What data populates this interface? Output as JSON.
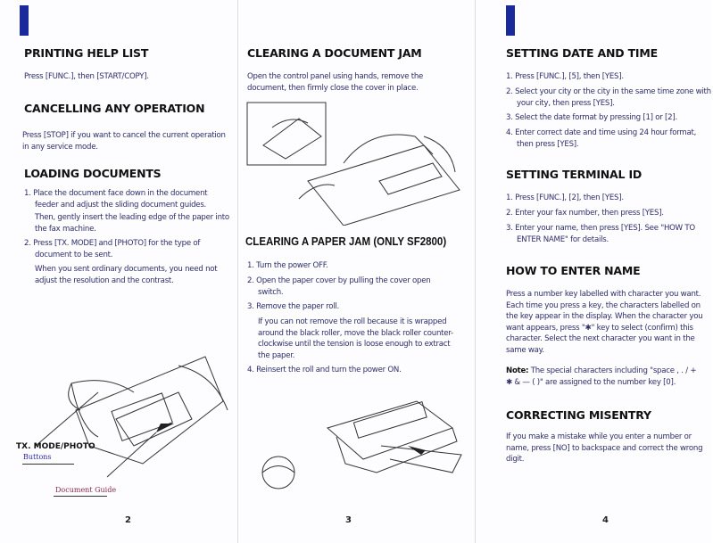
{
  "page2": {
    "printing": {
      "title": "PRINTING HELP LIST",
      "text": "Press [FUNC.], then [START/COPY]."
    },
    "cancel": {
      "title": "CANCELLING ANY OPERATION",
      "text": "Press [STOP] if you want to cancel the current operation in any service mode."
    },
    "loading": {
      "title": "LOADING DOCUMENTS",
      "step1": "1. Place the document face down in the document feeder and adjust the sliding document guides.",
      "step1b": "Then, gently insert the leading edge of the paper into the fax machine.",
      "step2": "2. Press [TX. MODE] and [PHOTO] for the type of document to be sent.",
      "step2b": "When you sent ordinary documents, you need not adjust the resolution and the contrast."
    },
    "caption1": "TX. MODE/PHOTO",
    "caption1b": "Buttons",
    "caption2": "Document Guide",
    "page_number": "2"
  },
  "page3": {
    "docjam": {
      "title": "CLEARING A DOCUMENT JAM",
      "text": "Open the control panel using hands, remove the document, then firmly close the cover in place."
    },
    "paperjam": {
      "title": "CLEARING A PAPER JAM (ONLY SF2800)",
      "step1": "1. Turn the power OFF.",
      "step2": "2. Open the paper cover by pulling the cover open switch.",
      "step3": "3. Remove the paper roll.",
      "step3b": "If you can not remove the roll because it is wrapped around the black roller, move the black roller counter-clockwise until the tension is loose enough to extract the paper.",
      "step4": "4. Reinsert the roll and turn the power ON."
    },
    "page_number": "3"
  },
  "page4": {
    "date": {
      "title": "SETTING DATE AND TIME",
      "step1": "1. Press [FUNC.], [5], then [YES].",
      "step2": "2. Select your city or the city in the same time zone with your city, then press [YES].",
      "step3": "3. Select the date format by pressing [1] or [2].",
      "step4": "4. Enter correct date and time using 24 hour format, then press [YES]."
    },
    "terminal": {
      "title": "SETTING TERMINAL ID",
      "step1": "1. Press [FUNC.], [2], then [YES].",
      "step2": "2. Enter your fax number, then press [YES].",
      "step3": "3. Enter your name, then press [YES]. See \"HOW TO ENTER NAME\" for details."
    },
    "name": {
      "title": "HOW TO ENTER NAME",
      "text": "Press a number key labelled with character you want. Each time you press a key, the characters labelled on the key appear in the display. When the character you want appears, press \"✱\" key to select (confirm) this character. Select the next character you want in the same way.",
      "note_label": "Note:",
      "note": " The special characters including \"space , . / + ✱ & — ( )\" are assigned to the number key [0]."
    },
    "misentry": {
      "title": "CORRECTING MISENTRY",
      "text": "If you make a mistake while you enter a number or name, press [NO] to backspace and correct the wrong digit."
    },
    "page_number": "4"
  }
}
